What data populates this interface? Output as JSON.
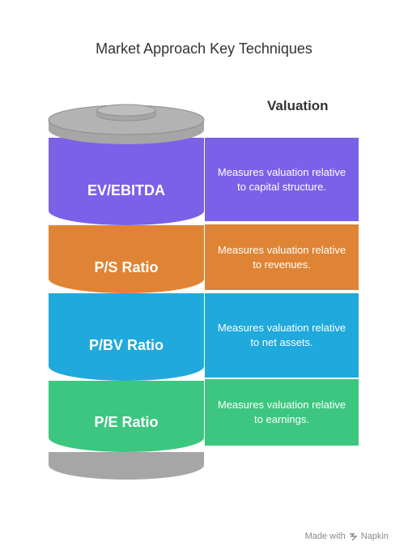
{
  "title": "Market Approach Key Techniques",
  "heading": "Valuation",
  "segments": [
    {
      "label": "EV/EBITDA",
      "color": "#7B61E8",
      "shade": "#6A50D6",
      "description": "Measures valuation relative to capital structure."
    },
    {
      "label": "P/S Ratio",
      "color": "#DF8434",
      "shade": "#C97427",
      "description": "Measures valuation relative to revenues."
    },
    {
      "label": "P/BV Ratio",
      "color": "#20A9DC",
      "shade": "#1896C6",
      "description": "Measures valuation relative to net assets."
    },
    {
      "label": "P/E Ratio",
      "color": "#3CC680",
      "shade": "#30B370",
      "description": "Measures valuation relative to earnings."
    }
  ],
  "cap_color": "#A6A6A6",
  "footer": {
    "made_with": "Made with",
    "brand": "Napkin"
  }
}
